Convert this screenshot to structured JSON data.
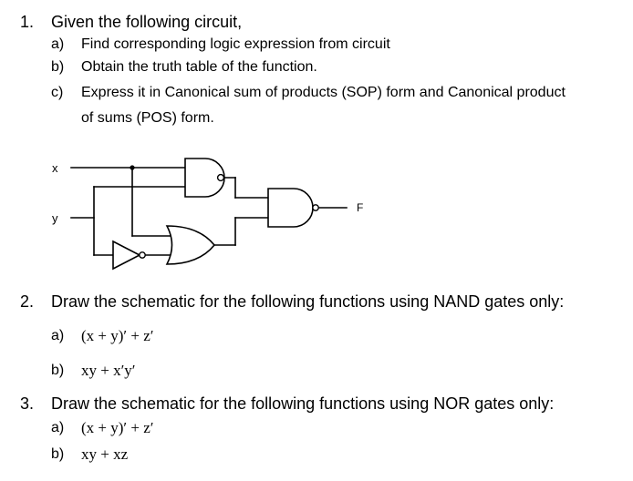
{
  "q1": {
    "number": "1.",
    "prompt": "Given the following circuit,",
    "parts": [
      {
        "label": "a)",
        "text": "Find corresponding logic expression from circuit"
      },
      {
        "label": "b)",
        "text": "Obtain the truth table of the function."
      },
      {
        "label": "c)",
        "text": "Express it in Canonical sum of products (SOP) form and Canonical product"
      }
    ],
    "part_c_continuation": "of sums (POS) form.",
    "circuit": {
      "input_x": "x",
      "input_y": "y",
      "output": "F"
    }
  },
  "q2": {
    "number": "2.",
    "prompt": "Draw the schematic for the following functions using NAND gates only:",
    "parts": [
      {
        "label": "a)",
        "expr": "(x + y)′ + z′"
      },
      {
        "label": "b)",
        "expr": "xy + x′y′"
      }
    ]
  },
  "q3": {
    "number": "3.",
    "prompt": "Draw the schematic for the following functions using NOR gates only:",
    "parts": [
      {
        "label": "a)",
        "expr": "(x + y)′ + z′"
      },
      {
        "label": "b)",
        "expr": "xy + xz"
      }
    ]
  }
}
